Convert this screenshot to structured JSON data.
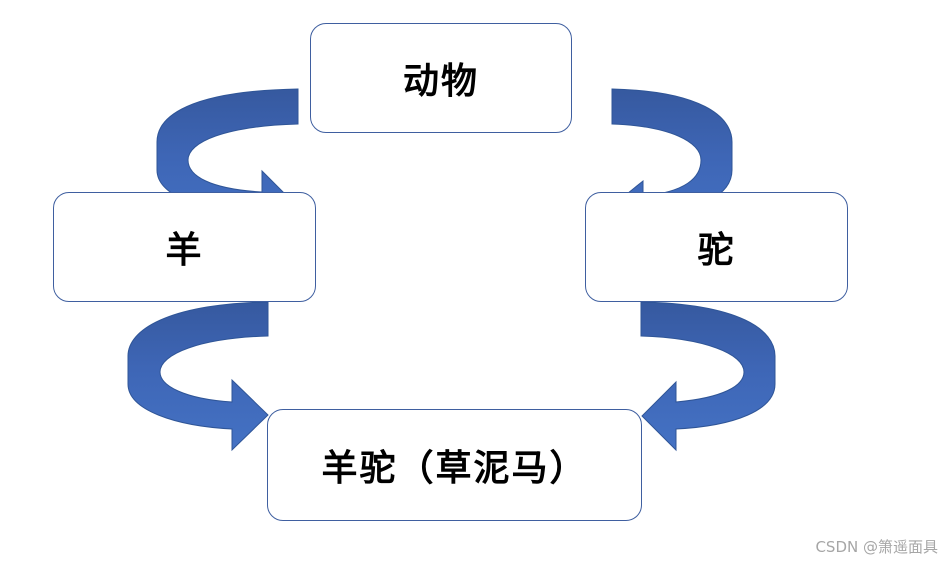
{
  "nodes": {
    "animal": "动物",
    "sheep": "羊",
    "camel": "驼",
    "alpaca": "羊驼（草泥马）"
  },
  "watermark": "CSDN @箫遥面具",
  "colors": {
    "arrow_fill": "#4472c4",
    "arrow_dark": "#36599f",
    "box_border": "#3f5fa0",
    "text": "#000000"
  },
  "arrows": [
    {
      "from": "animal",
      "to": "sheep"
    },
    {
      "from": "animal",
      "to": "camel"
    },
    {
      "from": "sheep",
      "to": "alpaca"
    },
    {
      "from": "camel",
      "to": "alpaca"
    }
  ]
}
